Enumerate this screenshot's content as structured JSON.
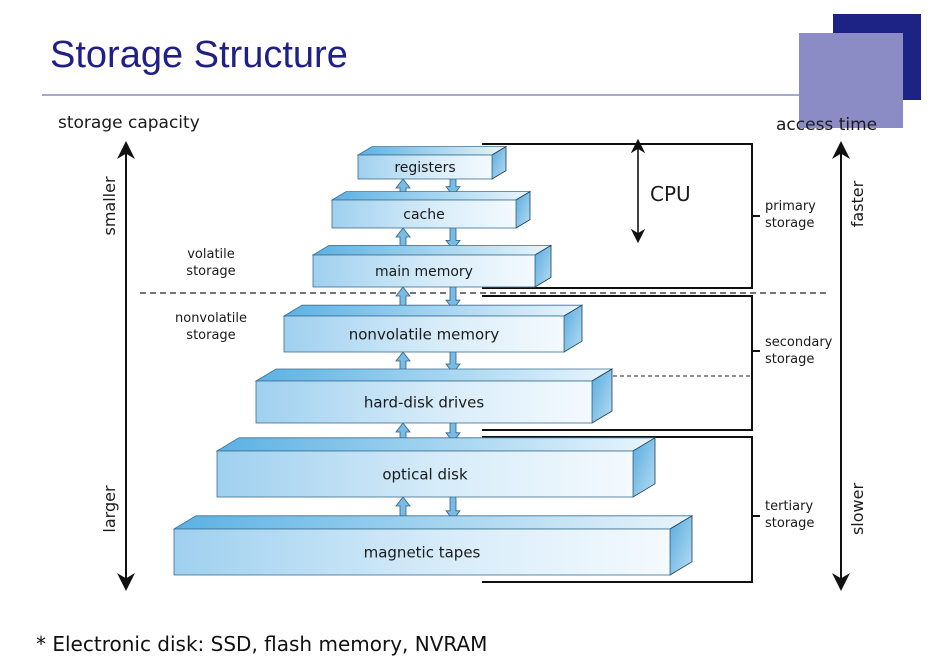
{
  "title": "Storage Structure",
  "left_axis": {
    "heading": "storage capacity",
    "top_label": "smaller",
    "bottom_label": "larger"
  },
  "right_axis": {
    "heading": "access time",
    "top_label": "faster",
    "bottom_label": "slower"
  },
  "volatility_labels": [
    {
      "line1": "volatile",
      "line2": "storage"
    },
    {
      "line1": "nonvolatile",
      "line2": "storage"
    }
  ],
  "levels": [
    "registers",
    "cache",
    "main memory",
    "nonvolatile memory",
    "hard-disk drives",
    "optical disk",
    "magnetic tapes"
  ],
  "cpu_label": "CPU",
  "storage_groups": [
    {
      "line1": "primary",
      "line2": "storage"
    },
    {
      "line1": "secondary",
      "line2": "storage"
    },
    {
      "line1": "tertiary",
      "line2": "storage"
    }
  ],
  "footnote": "* Electronic disk: SSD, flash memory, NVRAM",
  "colors": {
    "title": "#1f1f86",
    "box_front": "#d3e8f7",
    "box_side": "#6fb7e3",
    "arrow": "#74b7e2"
  }
}
